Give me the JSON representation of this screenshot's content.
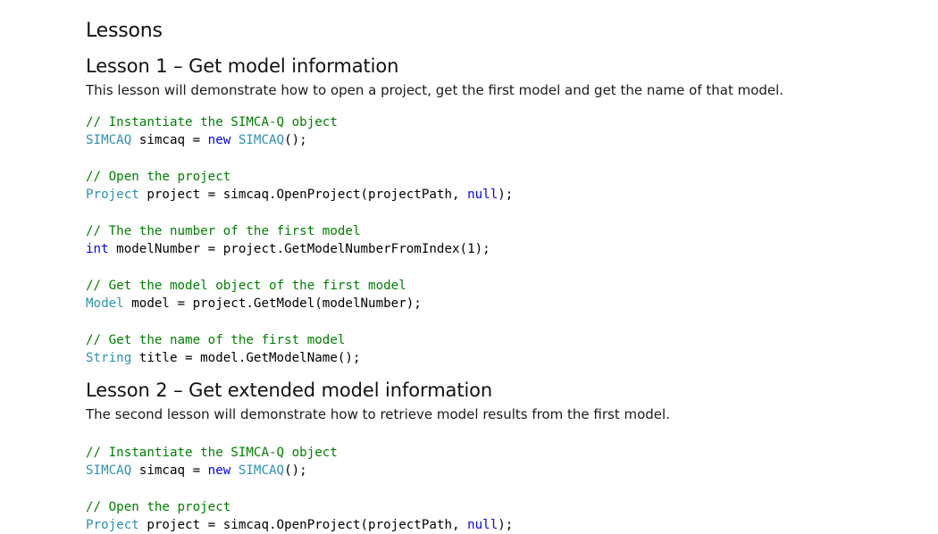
{
  "section_title": "Lessons",
  "lessons": [
    {
      "title": "Lesson 1 – Get model information",
      "description": "This lesson will demonstrate how to open a project, get the first model and get the name of that model.",
      "code": [
        [
          {
            "t": "// Instantiate the SIMCA-Q object",
            "k": "comment"
          }
        ],
        [
          {
            "t": "SIMCAQ",
            "k": "type"
          },
          {
            "t": " simcaq = ",
            "k": "plain"
          },
          {
            "t": "new",
            "k": "keyword"
          },
          {
            "t": " ",
            "k": "plain"
          },
          {
            "t": "SIMCAQ",
            "k": "type"
          },
          {
            "t": "();",
            "k": "plain"
          }
        ],
        [],
        [
          {
            "t": "// Open the project",
            "k": "comment"
          }
        ],
        [
          {
            "t": "Project",
            "k": "type"
          },
          {
            "t": " project = simcaq.OpenProject(projectPath, ",
            "k": "plain"
          },
          {
            "t": "null",
            "k": "keyword"
          },
          {
            "t": ");",
            "k": "plain"
          }
        ],
        [],
        [
          {
            "t": "// The the number of the first model",
            "k": "comment"
          }
        ],
        [
          {
            "t": "int",
            "k": "keyword"
          },
          {
            "t": " modelNumber = project.GetModelNumberFromIndex(1);",
            "k": "plain"
          }
        ],
        [],
        [
          {
            "t": "// Get the model object of the first model",
            "k": "comment"
          }
        ],
        [
          {
            "t": "Model",
            "k": "type"
          },
          {
            "t": " model = project.GetModel(modelNumber);",
            "k": "plain"
          }
        ],
        [],
        [
          {
            "t": "// Get the name of the first model",
            "k": "comment"
          }
        ],
        [
          {
            "t": "String",
            "k": "type"
          },
          {
            "t": " title = model.GetModelName();",
            "k": "plain"
          }
        ]
      ]
    },
    {
      "title": "Lesson 2 – Get extended model information",
      "description": "The second lesson will demonstrate how to retrieve model results from the first model.",
      "code": [
        [
          {
            "t": "// Instantiate the SIMCA-Q object",
            "k": "comment"
          }
        ],
        [
          {
            "t": "SIMCAQ",
            "k": "type"
          },
          {
            "t": " simcaq = ",
            "k": "plain"
          },
          {
            "t": "new",
            "k": "keyword"
          },
          {
            "t": " ",
            "k": "plain"
          },
          {
            "t": "SIMCAQ",
            "k": "type"
          },
          {
            "t": "();",
            "k": "plain"
          }
        ],
        [],
        [
          {
            "t": "// Open the project",
            "k": "comment"
          }
        ],
        [
          {
            "t": "Project",
            "k": "type"
          },
          {
            "t": " project = simcaq.OpenProject(projectPath, ",
            "k": "plain"
          },
          {
            "t": "null",
            "k": "keyword"
          },
          {
            "t": ");",
            "k": "plain"
          }
        ]
      ]
    }
  ],
  "colors": {
    "comment": "#008000",
    "type": "#2b91af",
    "keyword": "#0000ff",
    "plain": "#000000"
  }
}
